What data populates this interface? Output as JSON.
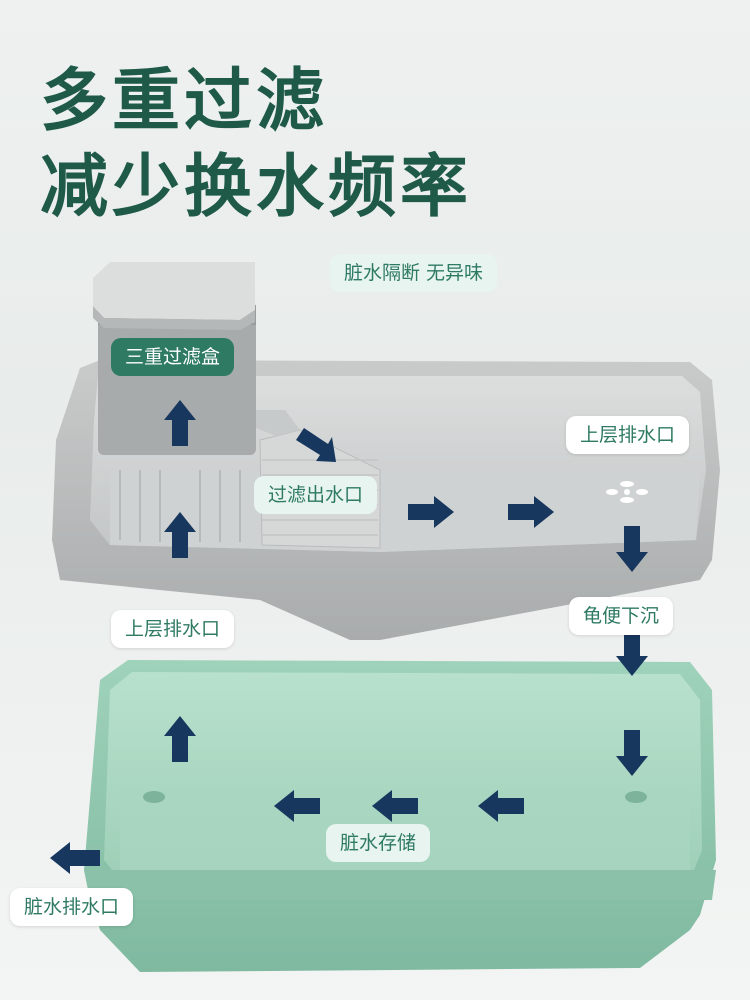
{
  "headline": {
    "line1": "多重过滤",
    "line2": "减少换水频率"
  },
  "labels": {
    "dirty_isolation": "脏水隔断 无异味",
    "triple_filter_box": "三重过滤盒",
    "filter_outlet": "过滤出水口",
    "upper_drain_right": "上层排水口",
    "turtle_waste_sinks": "龟便下沉",
    "upper_drain_left": "上层排水口",
    "dirty_water_storage": "脏水存储",
    "dirty_water_drain": "脏水排水口"
  },
  "colors": {
    "headline": "#1f5a48",
    "label_dark": "#2e7a63",
    "arrow": "#17375e",
    "upper_tray": "#b9bcbc",
    "lower_tray": "#8fc6ad"
  }
}
